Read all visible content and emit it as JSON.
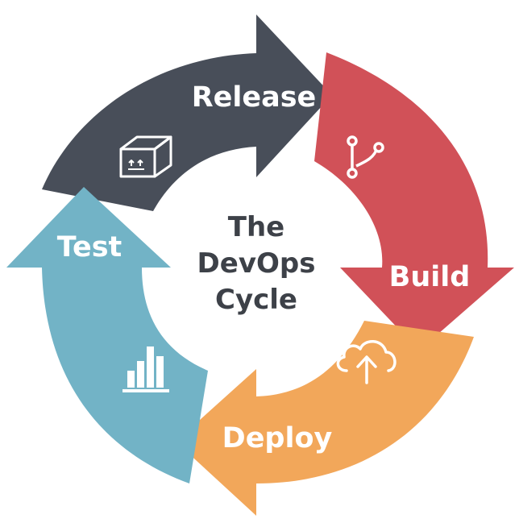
{
  "diagram": {
    "center": {
      "lines": [
        "The",
        "DevOps",
        "Cycle"
      ],
      "color": "#3d4148"
    },
    "stages": [
      {
        "label": "Release",
        "icon": "box-icon",
        "color": "#484e59"
      },
      {
        "label": "Build",
        "icon": "branch-icon",
        "color": "#d15158"
      },
      {
        "label": "Deploy",
        "icon": "cloud-upload-icon",
        "color": "#f2a75a"
      },
      {
        "label": "Test",
        "icon": "bar-chart-icon",
        "color": "#72b3c6"
      }
    ]
  }
}
